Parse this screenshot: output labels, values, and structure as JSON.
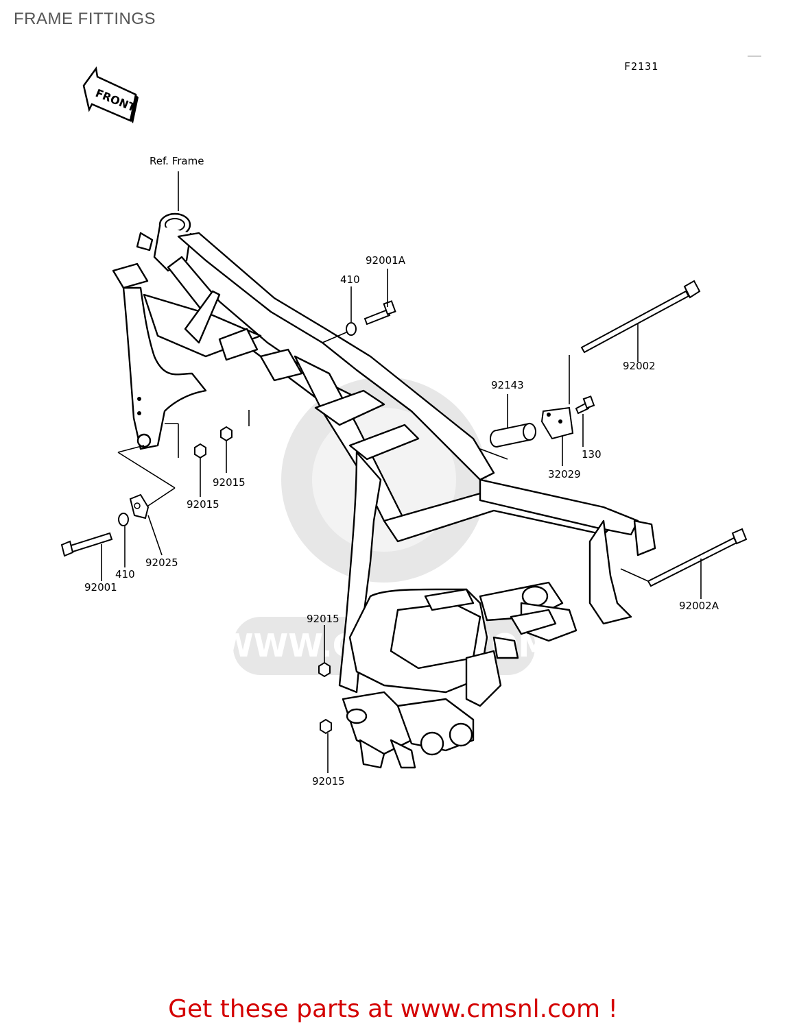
{
  "page_title": "FRAME FITTINGS",
  "figure_code": "F2131",
  "front_arrow": "FRONT",
  "labels": {
    "ref_frame": "Ref. Frame",
    "p92001A": "92001A",
    "p410_top": "410",
    "p92002": "92002",
    "p92143": "92143",
    "p130": "130",
    "p32029": "32029",
    "p92015_a": "92015",
    "p92015_b": "92015",
    "p92025": "92025",
    "p410_left": "410",
    "p92001": "92001",
    "p92002A": "92002A",
    "p92015_c": "92015",
    "p92015_d": "92015"
  },
  "watermark": "WWW.CMSNL.COM",
  "footer": "Get these parts at www.cmsnl.com !"
}
